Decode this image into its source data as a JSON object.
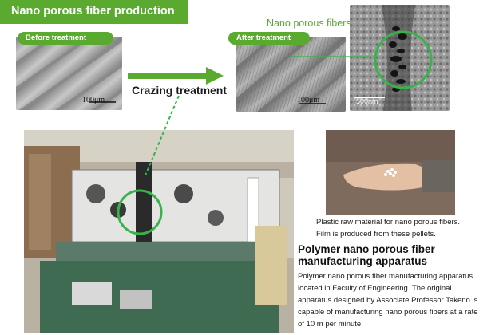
{
  "header": {
    "title": "Nano porous fiber production"
  },
  "before": {
    "label": "Before treatment",
    "scale": "100μm"
  },
  "after": {
    "label": "After treatment",
    "scale": "100μm"
  },
  "zoom": {
    "label": "Nano porous fibers",
    "scale": "500nm"
  },
  "process": {
    "arrow_label": "Crazing treatment"
  },
  "pellets": {
    "caption_lines": [
      "Plastic raw material for nano porous fibers.",
      "Film is produced from these pellets."
    ]
  },
  "apparatus": {
    "title_lines": [
      "Polymer nano porous fiber",
      "manufacturing apparatus"
    ],
    "description_lines": [
      "Polymer nano porous fiber manufacturing apparatus",
      "located in Faculty of Engineering. The original",
      "apparatus designed by Associate Professor Takeno is",
      "capable of manufacturing nano porous fibers at a rate",
      "of 10 m per minute."
    ]
  },
  "colors": {
    "accent": "#5aaa2f",
    "text": "#1a1a1a"
  }
}
